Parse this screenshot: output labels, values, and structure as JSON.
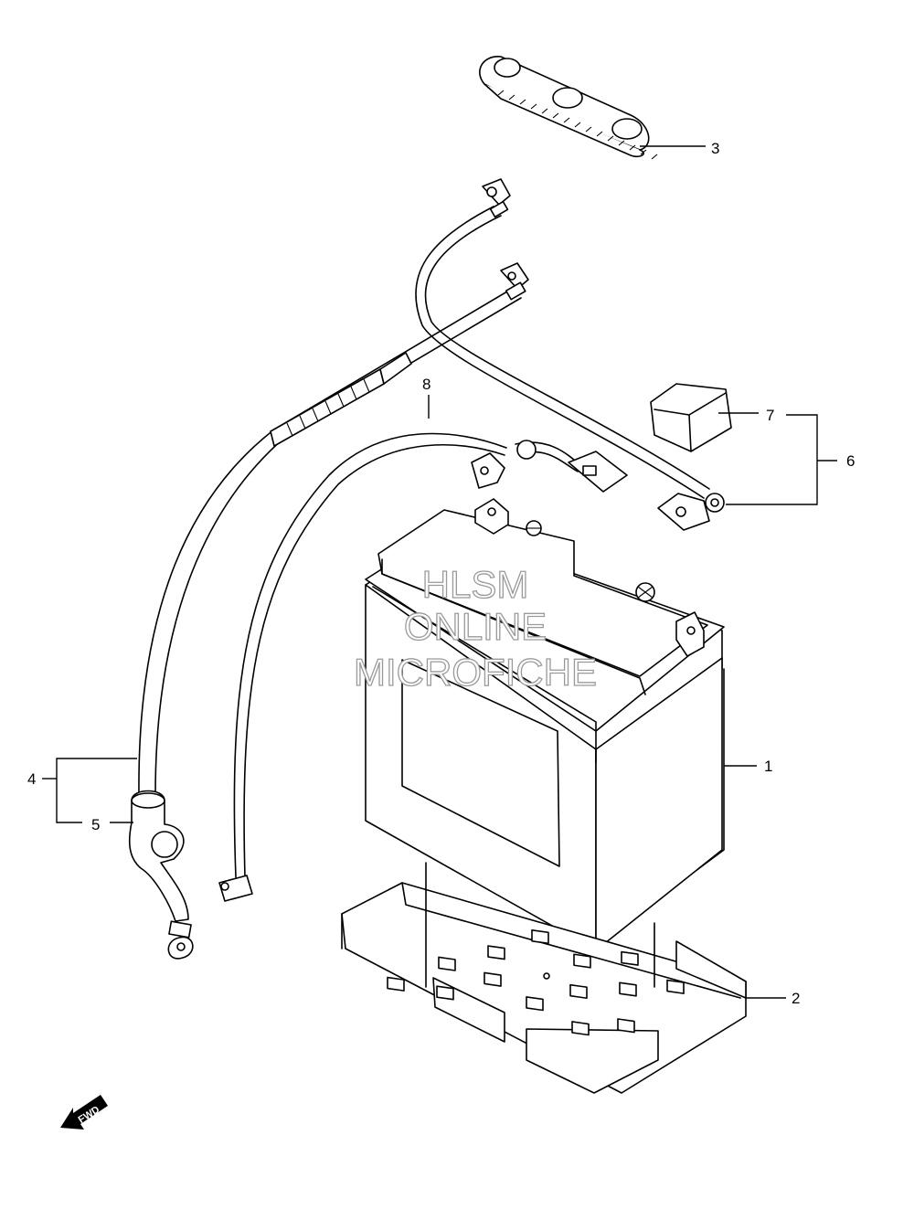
{
  "diagram": {
    "callouts": [
      {
        "id": "1",
        "label": "1"
      },
      {
        "id": "2",
        "label": "2"
      },
      {
        "id": "3",
        "label": "3"
      },
      {
        "id": "4",
        "label": "4"
      },
      {
        "id": "5",
        "label": "5"
      },
      {
        "id": "6",
        "label": "6"
      },
      {
        "id": "7",
        "label": "7"
      },
      {
        "id": "8",
        "label": "8"
      }
    ],
    "watermark": [
      "HLSM",
      "ONLINE",
      "MICROFICHE"
    ],
    "direction_label": "FWD"
  }
}
